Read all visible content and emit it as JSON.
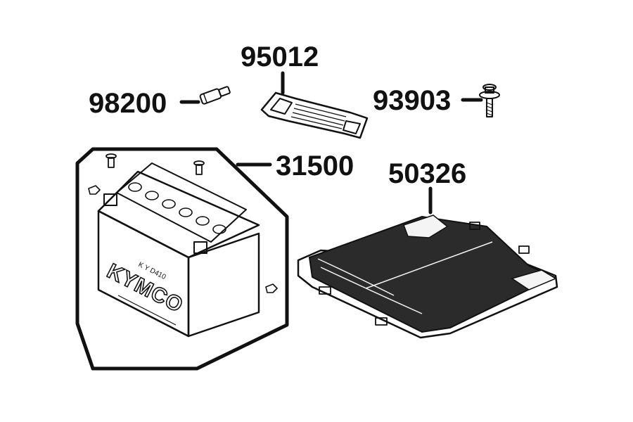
{
  "callouts": {
    "fuse": "98200",
    "strap": "95012",
    "bolt": "93903",
    "battery": "31500",
    "cover": "50326"
  },
  "battery_labels": {
    "brand": "KYMCO",
    "model": "K Y D410"
  },
  "colors": {
    "line": "#111111",
    "background": "#ffffff",
    "fill_dark": "#2b2b2b",
    "fill_light": "#f4f4f4"
  }
}
